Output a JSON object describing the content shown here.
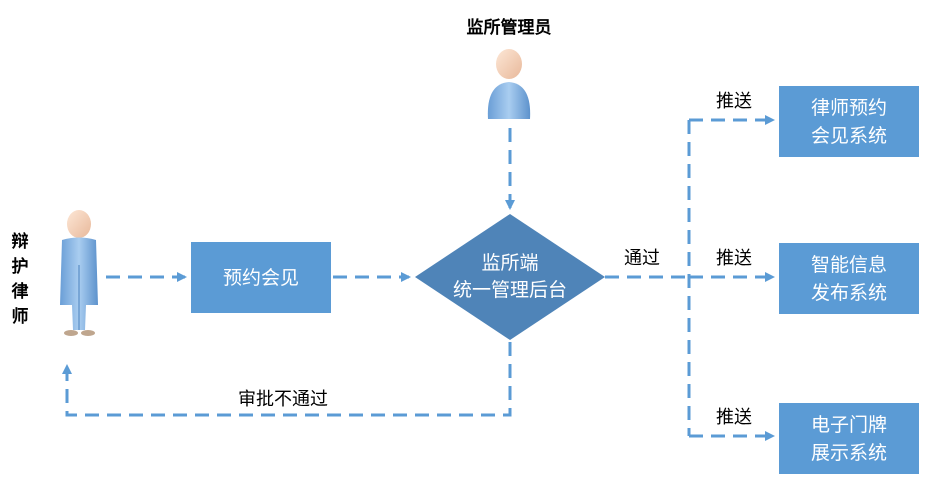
{
  "actors": {
    "admin": "监所管理员",
    "lawyer": [
      "辩",
      "护",
      "律",
      "师"
    ]
  },
  "nodes": {
    "booking": "预约会见",
    "backend": [
      "监所端",
      "统一管理后台"
    ],
    "sys_lawyer": [
      "律师预约",
      "会见系统"
    ],
    "sys_info": [
      "智能信息",
      "发布系统"
    ],
    "sys_door": [
      "电子门牌",
      "展示系统"
    ]
  },
  "edges": {
    "pass": "通过",
    "push_1": "推送",
    "push_2": "推送",
    "push_3": "推送",
    "reject": "审批不通过"
  },
  "colors": {
    "box": "#5b9bd5",
    "diamond": "#4f84b8",
    "flow": "#5b9bd5"
  }
}
